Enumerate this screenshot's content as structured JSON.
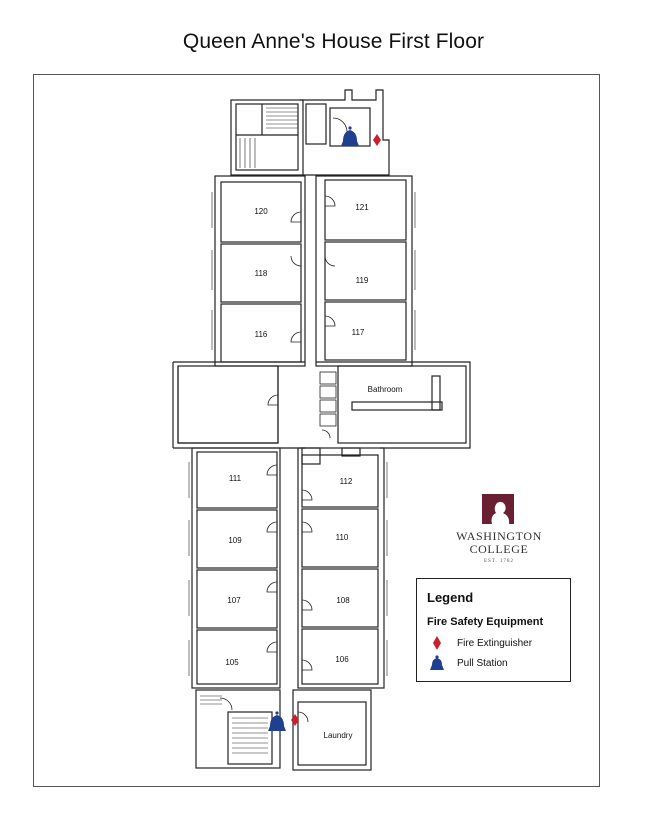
{
  "title": "Queen Anne's House First Floor",
  "rooms": {
    "r120": "120",
    "r121": "121",
    "r118": "118",
    "r119": "119",
    "r116": "116",
    "r117": "117",
    "bathroom": "Bathroom",
    "r111": "111",
    "r112": "112",
    "r109": "109",
    "r110": "110",
    "r107": "107",
    "r108": "108",
    "r105": "105",
    "r106": "106",
    "laundry": "Laundry"
  },
  "legend": {
    "title": "Legend",
    "subtitle": "Fire Safety Equipment",
    "extinguisher_label": "Fire Extinguisher",
    "pull_station_label": "Pull Station"
  },
  "logo": {
    "line1": "WASHINGTON",
    "line2": "COLLEGE",
    "est": "EST. 1782"
  },
  "colors": {
    "extinguisher": "#cc1f2e",
    "pull_station": "#1f3f8f",
    "logo_maroon": "#6b1f33"
  },
  "icons": {
    "extinguisher": "red-diamond",
    "pull_station": "blue-bell"
  }
}
